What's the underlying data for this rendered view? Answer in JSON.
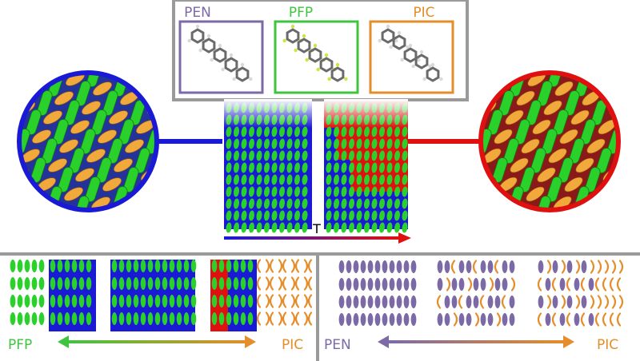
{
  "legend": {
    "items": [
      {
        "label": "PEN",
        "color": "#7c6aa6"
      },
      {
        "label": "PFP",
        "color": "#3fc43f"
      },
      {
        "label": "PIC",
        "color": "#e48d2a"
      }
    ],
    "frame_color": "#9a9a9a"
  },
  "temperature_label": "T",
  "bottom_left": {
    "left_label": "PFP",
    "right_label": "PIC"
  },
  "bottom_right": {
    "left_label": "PEN",
    "right_label": "PIC"
  },
  "colors": {
    "pen": "#7c6aa6",
    "pfp": "#3fc43f",
    "pic": "#e48d2a",
    "blue": "#1a1ad6",
    "red": "#e01010",
    "orange_mol": "#f2a93b",
    "green_mol": "#2ad12a"
  }
}
